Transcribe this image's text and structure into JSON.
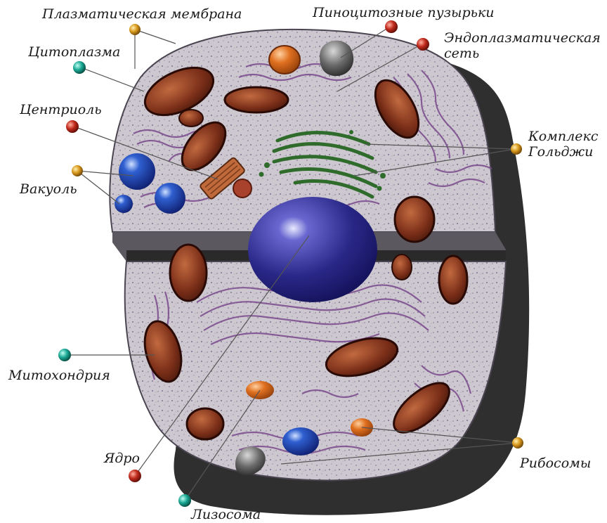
{
  "labels": {
    "plasma_membrane": "Плазматическая мембрана",
    "pinocytic_vesicles": "Пиноцитозные пузырьки",
    "er_line1": "Эндоплазматическая",
    "er_line2": "сеть",
    "cytoplasm": "Цитоплазма",
    "centriole": "Центриоль",
    "golgi_line1": "Комплекс",
    "golgi_line2": "Гольджи",
    "vacuole": "Вакуоль",
    "mitochondrion": "Митохондрия",
    "nucleus": "Ядро",
    "ribosomes": "Рибосомы",
    "lysosome": "Лизосома"
  },
  "colors": {
    "cell_outer": "#2e2e2e",
    "cytoplasm": "#c9c4cc",
    "er": "#7a4a8c",
    "mitochondria": "#7a2e18",
    "golgi": "#2f6b2a",
    "nucleus": "#2c2a8a",
    "vacuole": "#1f3fa8",
    "lysosome": "#d0601a",
    "pin_gold": "#c98a1c",
    "pin_red": "#a8281c",
    "pin_teal": "#1a9c8c"
  }
}
